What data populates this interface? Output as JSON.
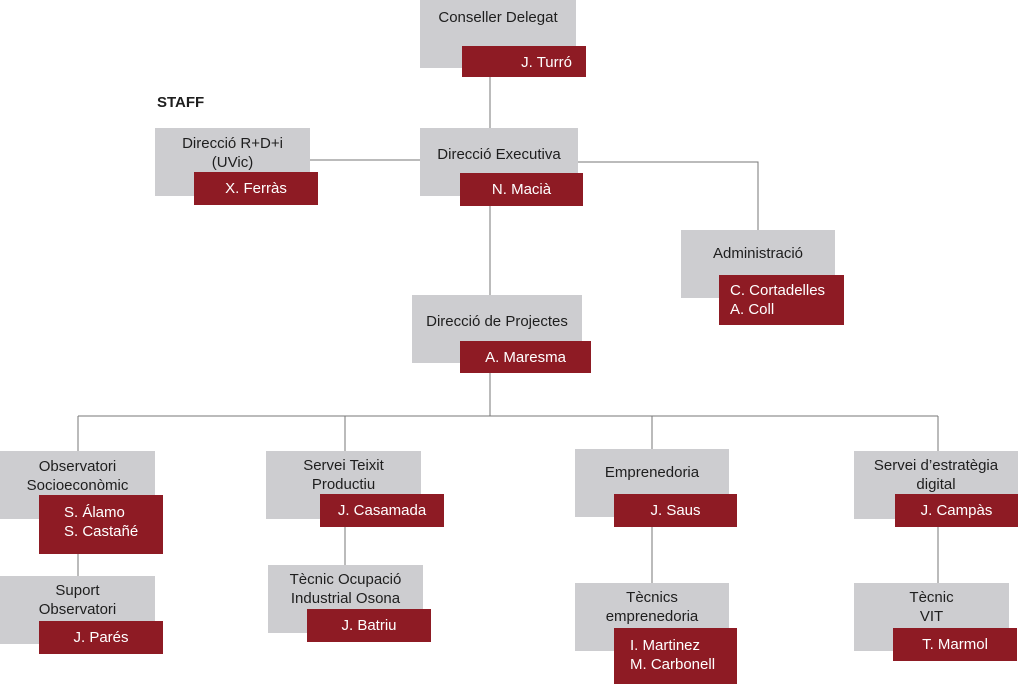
{
  "staff_label": "STAFF",
  "colors": {
    "box": "#cdcdd0",
    "name_bg": "#8e1b24",
    "line": "#777777"
  },
  "nodes": {
    "conseller": {
      "title": "Conseller Delegat",
      "people": [
        "J. Turró"
      ]
    },
    "rdi": {
      "title": "Direcció R+D+i\n(UVic)",
      "people": [
        "X. Ferràs"
      ]
    },
    "executiva": {
      "title": "Direcció Executiva",
      "people": [
        "N. Macià"
      ]
    },
    "administracio": {
      "title": "Administració",
      "people": [
        "C. Cortadelles",
        "A. Coll"
      ]
    },
    "projectes": {
      "title": "Direcció de Projectes",
      "people": [
        "A. Maresma"
      ]
    },
    "observatori": {
      "title": "Observatori\nSocioeconòmic",
      "people": [
        "S. Álamo",
        "S. Castañé"
      ]
    },
    "suport": {
      "title": "Suport\nObservatori",
      "people": [
        "J. Parés"
      ]
    },
    "teixit": {
      "title": "Servei Teixit\nProductiu",
      "people": [
        "J. Casamada"
      ]
    },
    "tecnic_ocupacio": {
      "title": "Tècnic Ocupació\nIndustrial Osona",
      "people": [
        "J. Batriu"
      ]
    },
    "emprenedoria": {
      "title": "Emprenedoria",
      "people": [
        "J. Saus"
      ]
    },
    "tecnics_emprenedoria": {
      "title": "Tècnics\nemprenedoria",
      "people": [
        "I. Martinez",
        "M. Carbonell"
      ]
    },
    "estrategia": {
      "title": "Servei d’estratègia\ndigital",
      "people": [
        "J. Campàs"
      ]
    },
    "tecnic_vit": {
      "title": "Tècnic\nVIT",
      "people": [
        "T. Marmol"
      ]
    }
  }
}
